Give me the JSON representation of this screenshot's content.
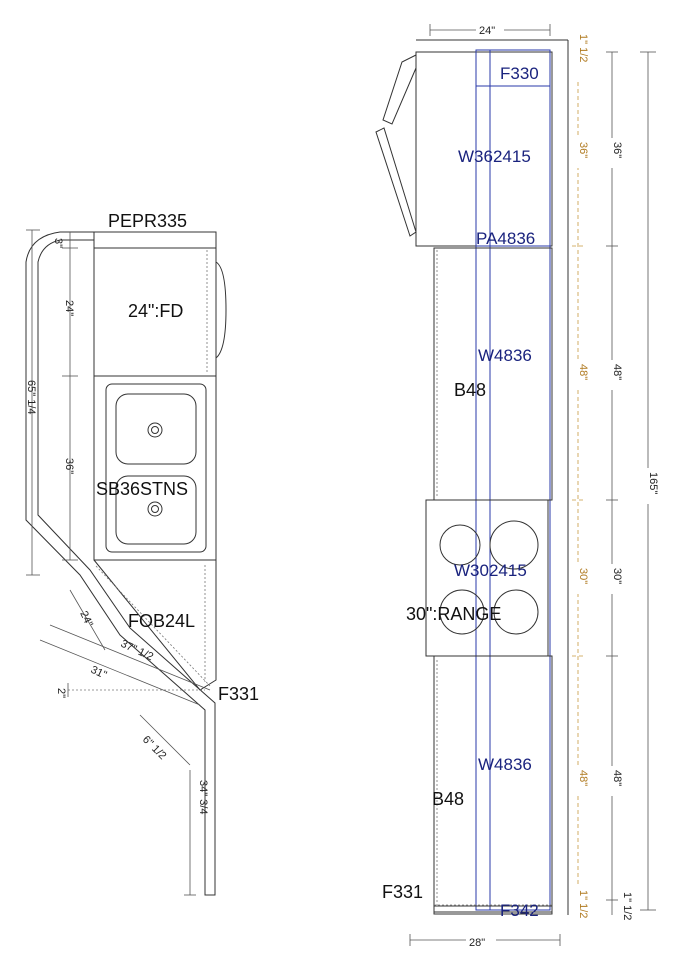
{
  "left": {
    "cabinets": {
      "top": "PEPR335",
      "upper": "24\":FD",
      "sink": "SB36STNS",
      "corner": "FOB24L",
      "filler": "F331"
    },
    "dims": {
      "d3": "3\"",
      "d24a": "24\"",
      "d65": "65\" 1/4",
      "d36": "36\"",
      "d24b": "24\"",
      "d37": "37\" 1/2",
      "d31": "31\"",
      "d2": "2\"",
      "d6": "6\" 1/2",
      "d34": "34\" 3/4"
    }
  },
  "right": {
    "labels": {
      "f330": "F330",
      "w362415": "W362415",
      "pa4836": "PA4836",
      "w4836a": "W4836",
      "b48a": "B48",
      "w302415": "W302415",
      "range": "30\":RANGE",
      "w4836b": "W4836",
      "b48b": "B48",
      "f331": "F331",
      "f342": "F342"
    },
    "dims": {
      "top_width": "24\"",
      "bottom_width": "28\"",
      "o_top": "1\" 1/2",
      "o36": "36\"",
      "o48a": "48\"",
      "o30": "30\"",
      "o48b": "48\"",
      "o_bot": "1\" 1/2",
      "b36": "36\"",
      "b48a": "48\"",
      "b30": "30\"",
      "b48b": "48\"",
      "b_bot": "1\" 1/2",
      "total": "165\""
    }
  }
}
